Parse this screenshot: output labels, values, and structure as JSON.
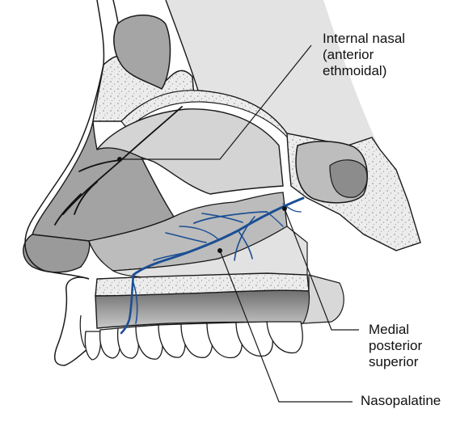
{
  "labels": {
    "internal_nasal": [
      "Internal nasal",
      "(anterior",
      "ethmoidal)"
    ],
    "medial_posterior_superior": [
      "Medial",
      "posterior",
      "superior"
    ],
    "nasopalatine": "Nasopalatine"
  },
  "colors": {
    "nerve": "#1c4f94",
    "outline": "#1a1a1a",
    "bone": "#dcdcdc",
    "dark_bone": "#a9a9a9",
    "mid_gray": "#c2c2c2",
    "stipple": "#7a7a7a"
  }
}
